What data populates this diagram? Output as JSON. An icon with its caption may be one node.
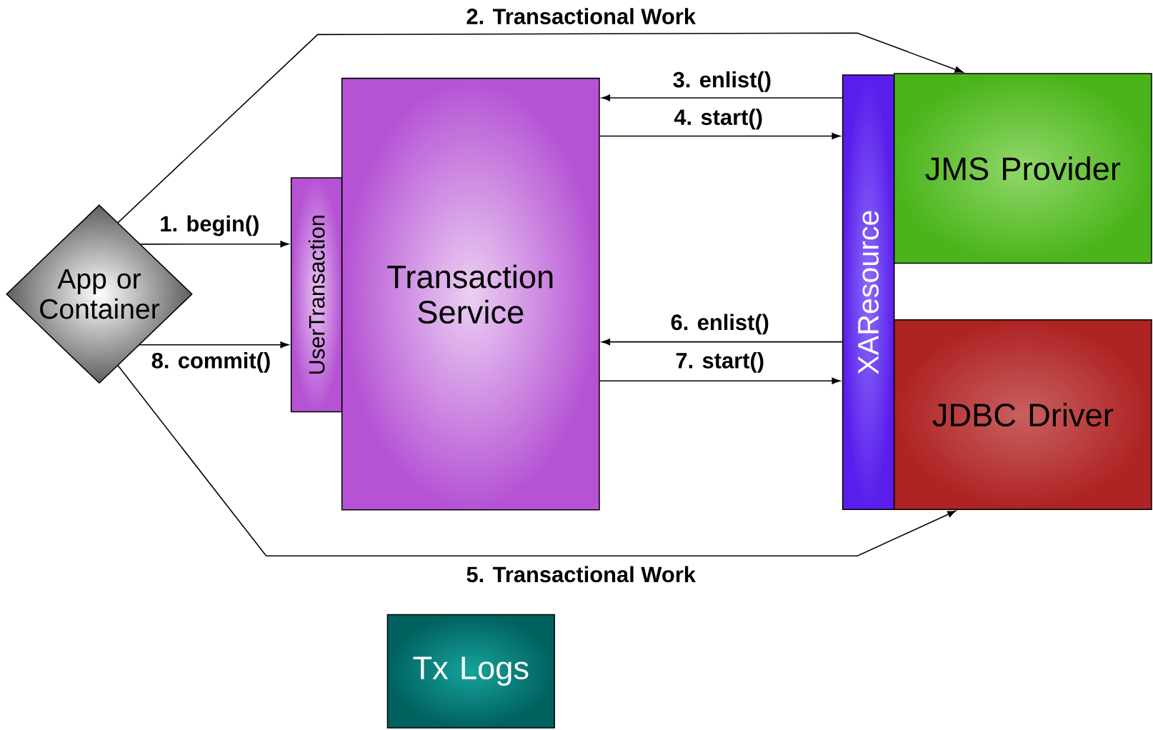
{
  "diagram": {
    "nodes": [
      {
        "text": [
          "App or Container"
        ]
      },
      {
        "text": [
          "UserTransaction"
        ]
      },
      {
        "text": [
          "Transaction Service"
        ]
      },
      {
        "text": [
          "XAResource"
        ]
      },
      {
        "text": [
          "JMS Provider"
        ]
      },
      {
        "text": [
          "JDBC Driver"
        ]
      },
      {
        "text": [
          "Tx Logs"
        ]
      }
    ],
    "edges": [
      {
        "from": 0,
        "to": 1,
        "arrow": "to",
        "label": "1. begin()"
      },
      {
        "from": 0,
        "to": 4,
        "arrow": "to",
        "label": "2. Transactional Work"
      },
      {
        "from": 3,
        "to": 2,
        "arrow": "to",
        "label": "3. enlist()"
      },
      {
        "from": 2,
        "to": 3,
        "arrow": "to",
        "label": "4. start()"
      },
      {
        "from": 0,
        "to": 5,
        "arrow": "to",
        "label": "5. Transactional Work"
      },
      {
        "from": 3,
        "to": 2,
        "arrow": "to",
        "label": "6. enlist()"
      },
      {
        "from": 2,
        "to": 3,
        "arrow": "to",
        "label": "7. start()"
      },
      {
        "from": 0,
        "to": 1,
        "arrow": "to",
        "label": "8. commit()"
      }
    ]
  }
}
